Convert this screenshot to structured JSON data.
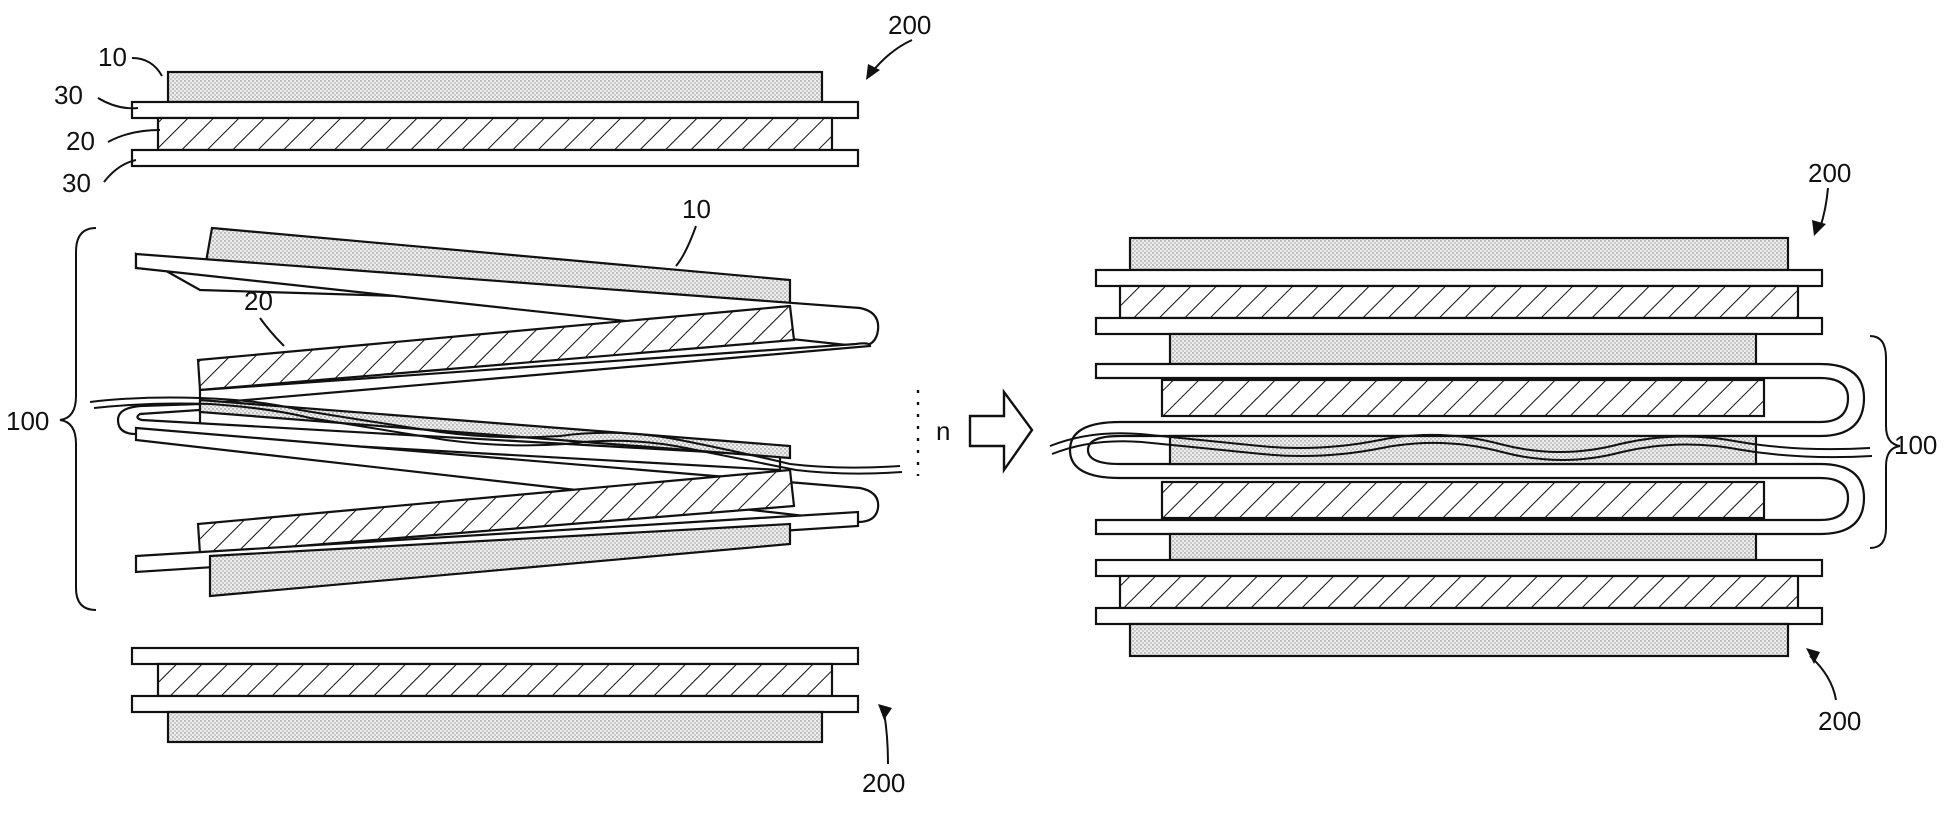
{
  "labels": {
    "positive": "10",
    "negative": "20",
    "separator": "30",
    "stack_unit": "200",
    "folded_stack": "100",
    "repeat": "n"
  },
  "colors": {
    "ink": "#111111",
    "background": "#ffffff"
  }
}
